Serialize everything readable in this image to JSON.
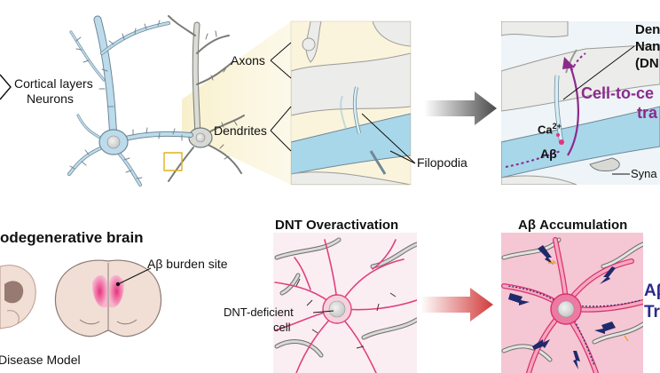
{
  "top": {
    "left_labels": [
      "Cortical layers",
      "Neurons"
    ],
    "zoom_labels": {
      "axons": "Axons",
      "dendrites": "Dendrites",
      "filopodia": "Filopodia"
    },
    "dnt_title_lines": [
      "Den",
      "Nan",
      "(DN"
    ],
    "transfer_lines": [
      "Cell-to-ce",
      "tra"
    ],
    "ca_label": "Ca",
    "ca_superscript": "2+",
    "abeta_label": "Aβ",
    "synapse_label": "Syna"
  },
  "bottom": {
    "section_title": "odegenerative brain",
    "model_label": "Disease Model",
    "burden_label": "Aβ burden site",
    "overactivation_title": "DNT Overactivation",
    "deficient_lines": [
      "DNT-deficient",
      "cell"
    ],
    "accumulation_title": "Aβ Accumulation",
    "right_lines": [
      "Aβ",
      "Tr"
    ]
  },
  "colors": {
    "neuron_blue": "#bcdcec",
    "neuron_gray": "#d9d9d4",
    "outline": "#6f7a80",
    "dendrite_blue": "#a8d7ea",
    "highlight_yellow": "#f5e9b8",
    "purple": "#8c2a8c",
    "pink": "#e8317e",
    "pink_fill": "#f6c9d6",
    "navy": "#1f2a6b",
    "dark_arrow": "#555555",
    "red_arrow": "#d13a3a"
  }
}
